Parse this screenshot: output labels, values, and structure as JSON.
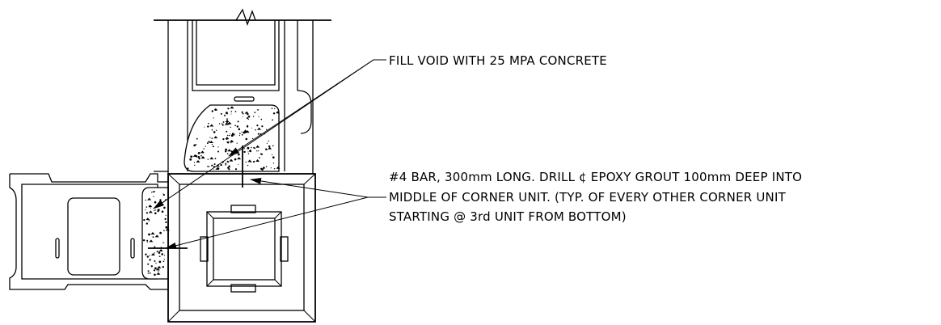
{
  "notes": {
    "fill_void": "FILL VOID WITH 25 MPA CONCRETE",
    "bar_line1": "#4 BAR, 300mm LONG.  DRILL ¢ EPOXY GROUT 100mm DEEP INTO",
    "bar_line2": "MIDDLE OF CORNER UNIT.  (TYP. OF EVERY OTHER CORNER UNIT",
    "bar_line3": "STARTING @ 3rd UNIT FROM BOTTOM)"
  },
  "colors": {
    "ink": "#000000",
    "paper": "#ffffff"
  }
}
